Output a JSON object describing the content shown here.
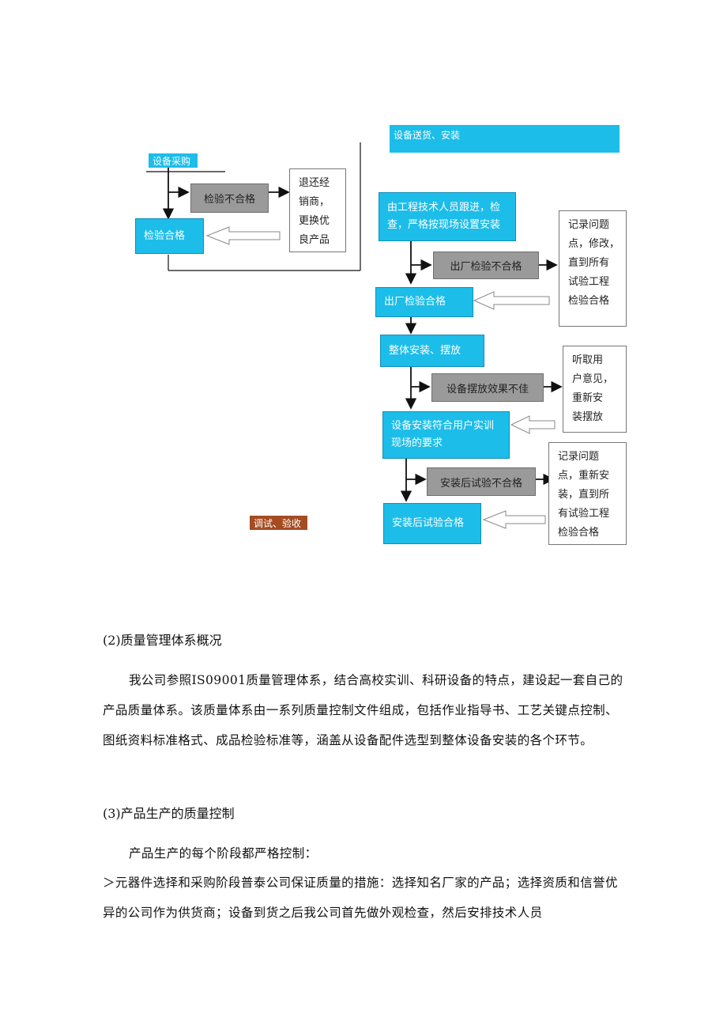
{
  "flow_left": {
    "tag_purchase": "设备采购",
    "fail_box": "检验不合格",
    "pass_box": "检验合格",
    "note": "退还经\n销商，\n更换优\n良产品"
  },
  "flow_right": {
    "tag_delivery": "设备送货、安装",
    "step1": "由工程技术人员跟进，检查，严格按现场设置安装",
    "fail1": "出厂检验不合格",
    "note1": "记录问题\n点，修改，\n直到所有\n试验工程\n检验合格",
    "pass1": "出厂检验合格",
    "step2": "整体安装、摆放",
    "fail2": "设备摆放效果不佳",
    "note2": "听取用\n户意见，\n重新安\n装摆放",
    "step3": "设备安装符合用户实训现场的要求",
    "fail3": "安装后试验不合格",
    "note3": "记录问题\n点，重新安\n装，直到所\n有试验工程\n检验合格",
    "pass3": "安装后试验合格",
    "tag_debug": "调试、验收"
  },
  "section2": {
    "heading": "(2)质量管理体系概况",
    "para": "我公司参照IS09001质量管理体系，结合高校实训、科研设备的特点，建设起一套自己的产品质量体系。该质量体系由一系列质量控制文件组成，包括作业指导书、工艺关键点控制、图纸资料标准格式、成品检验标准等，涵盖从设备配件选型到整体设备安装的各个环节。"
  },
  "section3": {
    "heading": "(3)产品生产的质量控制",
    "intro": "产品生产的每个阶段都严格控制：",
    "bullet": "＞元器件选择和采购阶段普泰公司保证质量的措施：选择知名厂家的产品；选择资质和信誉优异的公司作为供货商；设备到货之后我公司首先做外观检查，然后安排技术人员"
  }
}
